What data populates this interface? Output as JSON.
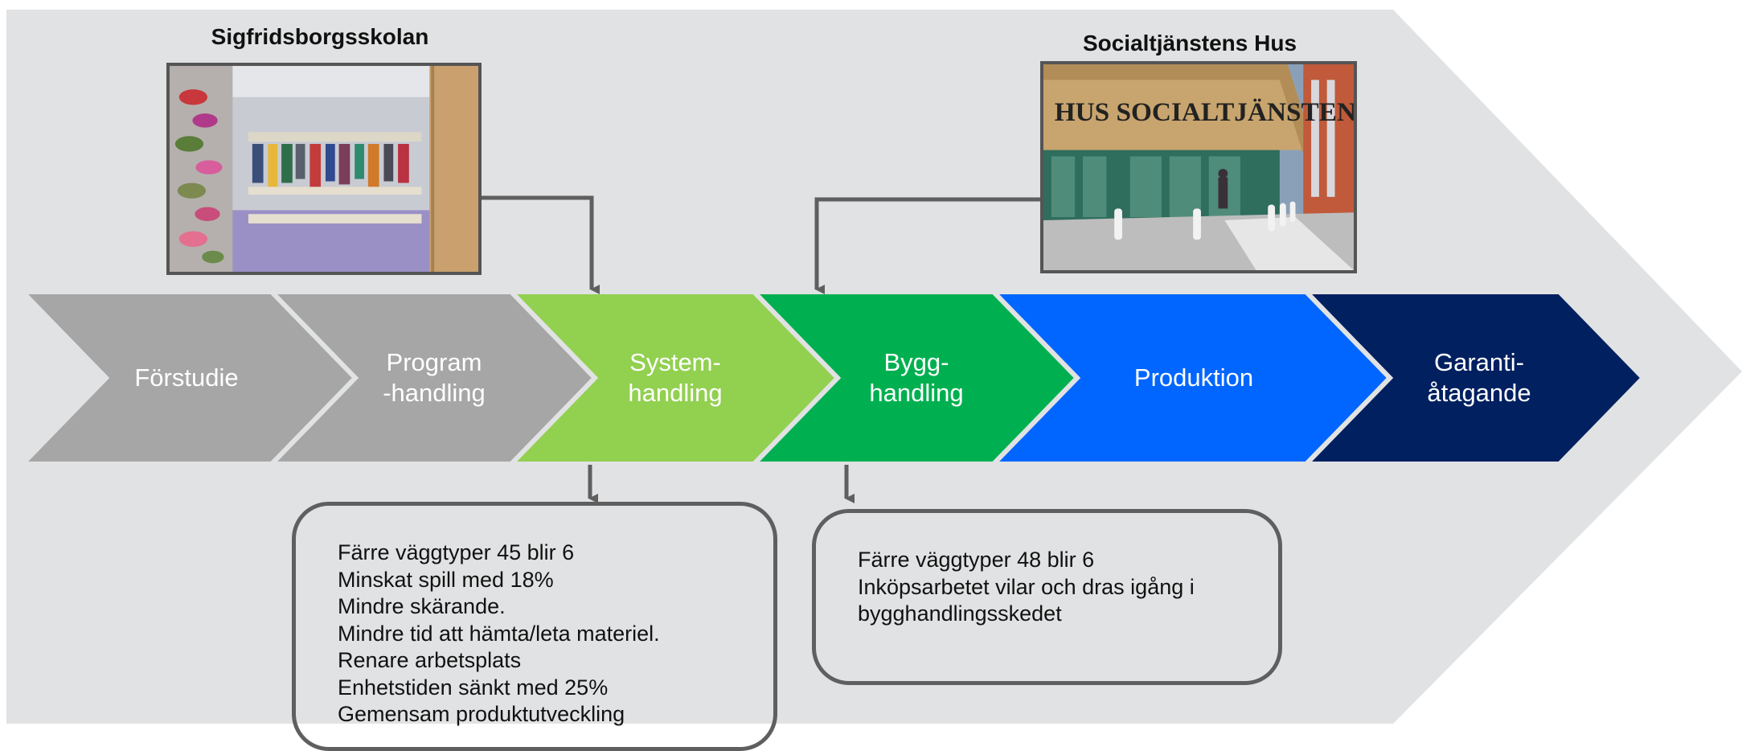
{
  "projects": {
    "left": {
      "title": "Sigfridsborgsskolan",
      "image": "cloakroom-photo"
    },
    "right": {
      "title": "Socialtjänstens Hus",
      "image": "building-entrance-photo",
      "sign_text": "HUS  SOCIALTJÄNSTENS HUS"
    }
  },
  "stages": [
    {
      "id": "forstudie",
      "label": "Förstudie",
      "color": "#a6a6a6"
    },
    {
      "id": "programhandling",
      "label": "Program\n-handling",
      "color": "#a6a6a6"
    },
    {
      "id": "systemhandling",
      "label": "System-\nhandling",
      "color": "#92d050"
    },
    {
      "id": "bygghandling",
      "label": "Bygg-\nhandling",
      "color": "#00b050"
    },
    {
      "id": "produktion",
      "label": "Produktion",
      "color": "#0066ff"
    },
    {
      "id": "garantiatagande",
      "label": "Garanti-\nåtagande",
      "color": "#002060"
    }
  ],
  "notes": {
    "systemhandling": {
      "lines": [
        "Färre väggtyper 45 blir 6",
        "Minskat spill med 18%",
        "Mindre skärande.",
        "Mindre tid att hämta/leta materiel.",
        "Renare arbetsplats",
        "Enhetstiden sänkt med 25%",
        "Gemensam produktutveckling"
      ]
    },
    "bygghandling": {
      "lines": [
        "Färre väggtyper 48 blir 6",
        "Inköpsarbetet vilar och dras igång i",
        "bygghandlingsskedet"
      ]
    }
  },
  "colors": {
    "background_arrow": "#e1e2e3",
    "connector": "#5f5f5f",
    "stage_gap": "#e1e2e3"
  }
}
